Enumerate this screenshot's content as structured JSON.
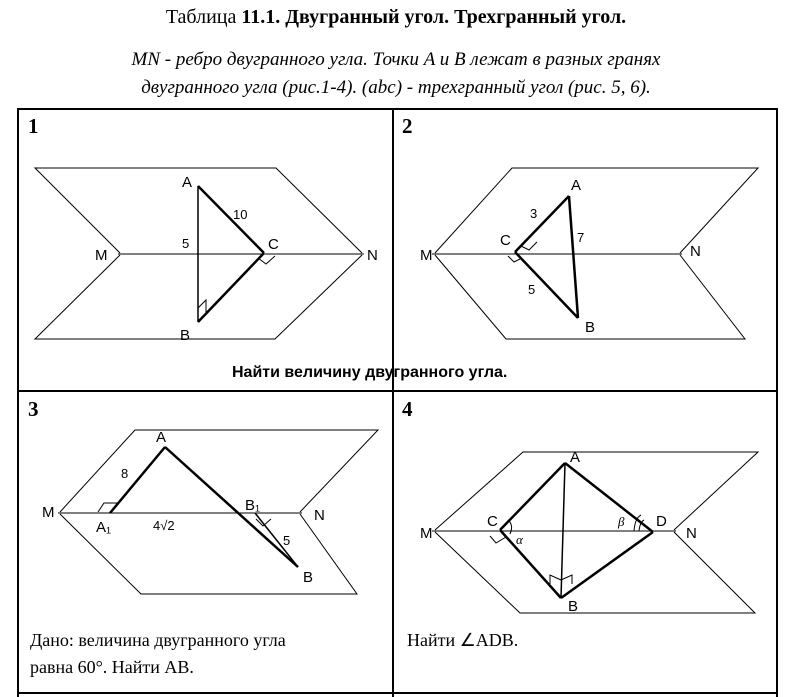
{
  "header": {
    "title_prefix": "Таблица ",
    "title_bold": "11.1. Двугранный угол. Трехгранный угол.",
    "subtitle_line1": "MN - ребро двугранного угла. Точки A и B лежат в разных гранях",
    "subtitle_line2": "двугранного угла (рис.1-4). (abc) - трехгранный угол (рис. 5, 6)."
  },
  "cells": [
    {
      "number": "1",
      "labels": {
        "A": "A",
        "B": "B",
        "C": "C",
        "M": "M",
        "N": "N"
      },
      "values": {
        "AC": "10",
        "AB_proj": "5"
      }
    },
    {
      "number": "2",
      "labels": {
        "A": "A",
        "B": "B",
        "C": "C",
        "M": "M",
        "N": "N"
      },
      "values": {
        "AC": "3",
        "AB": "7",
        "CB": "5"
      }
    },
    {
      "number": "3",
      "labels": {
        "A": "A",
        "B": "B",
        "A1": "A₁",
        "B1": "B₁",
        "M": "M",
        "N": "N"
      },
      "values": {
        "AA1": "8",
        "A1B1": "4√2",
        "BB1": "5"
      },
      "task_line1": "Дано: величина двугранного угла",
      "task_line2": "равна 60°. Найти AB."
    },
    {
      "number": "4",
      "labels": {
        "A": "A",
        "B": "B",
        "C": "C",
        "D": "D",
        "M": "M",
        "N": "N",
        "alpha": "α",
        "beta": "β"
      },
      "task": "Найти ∠ADB."
    }
  ],
  "task_row1": "Найти величину двугранного угла."
}
